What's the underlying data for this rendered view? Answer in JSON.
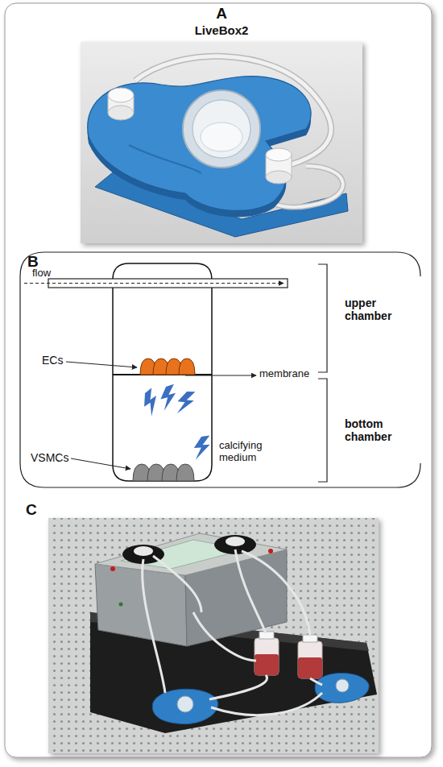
{
  "diagram": {
    "nodes": [
      {
        "text": [
          "A",
          "LiveBox2"
        ]
      },
      {
        "text": [
          "B"
        ]
      },
      {
        "text": [
          "C"
        ]
      }
    ],
    "labels": [
      "flow",
      "upper chamber",
      "ECs",
      "membrane",
      "bottom chamber",
      "VSMCs",
      "calcifying medium"
    ]
  }
}
